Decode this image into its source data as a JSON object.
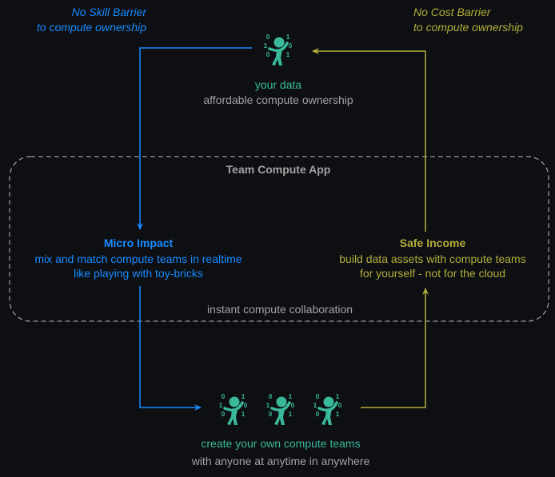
{
  "colors": {
    "background": "#0d0f13",
    "blue": "#1a8cff",
    "yellow": "#b5ae3a",
    "teal": "#3ab89a",
    "gray": "#a3a3a3",
    "dashed": "#9a9a9a"
  },
  "icon": {
    "name": "user-data-icon",
    "binary_left": [
      "0",
      "1",
      "0"
    ],
    "binary_right": [
      "1",
      "0",
      "1"
    ]
  },
  "top_left_note": {
    "line1": "No Skill Barrier",
    "line2": "to compute ownership"
  },
  "top_right_note": {
    "line1": "No Cost Barrier",
    "line2": "to compute ownership"
  },
  "your_data": {
    "title": "your data",
    "subtitle": "affordable compute ownership"
  },
  "app": {
    "title": "Team Compute App",
    "footer": "instant compute collaboration"
  },
  "micro_impact": {
    "title": "Micro Impact",
    "line1": "mix and match compute teams in realtime",
    "line2": "like playing with toy-bricks"
  },
  "safe_income": {
    "title": "Safe Income",
    "line1": "build data assets with compute teams",
    "line2": "for yourself - not for the cloud"
  },
  "teams": {
    "title": "create your own compute teams",
    "subtitle": "with anyone at anytime in anywhere"
  }
}
